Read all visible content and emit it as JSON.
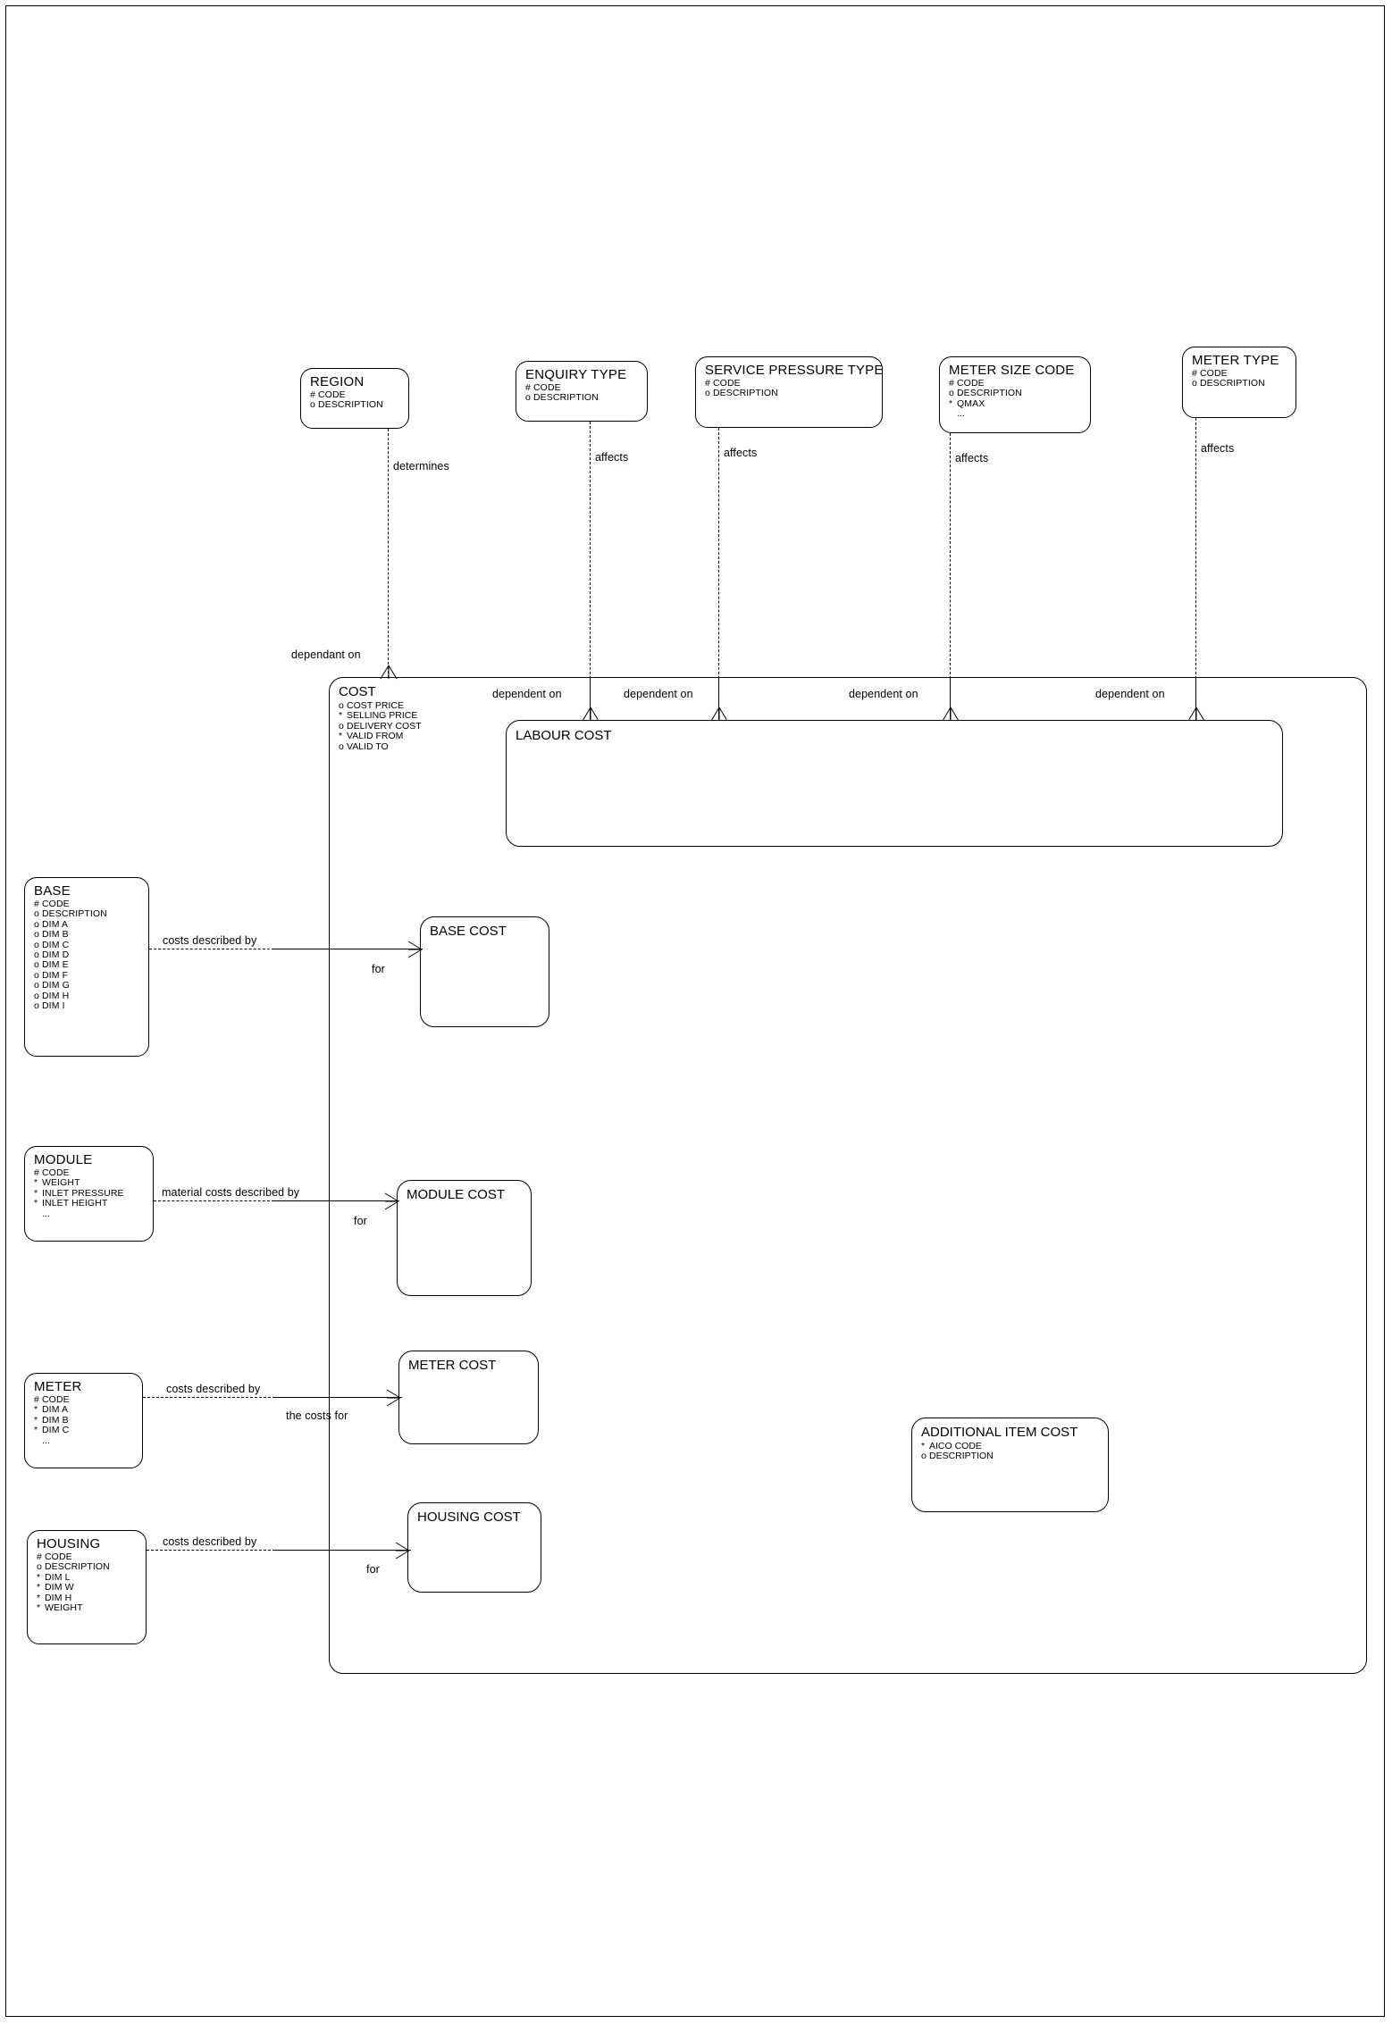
{
  "diagram": {
    "title": "Cost model entity relationship diagram",
    "type": "entity-relationship",
    "line_color": "#000000",
    "background": "#ffffff"
  },
  "entities": [
    {
      "id": "region",
      "name": "REGION",
      "attributes": [
        {
          "mark": "#",
          "label": "CODE"
        },
        {
          "mark": "o",
          "label": "DESCRIPTION"
        }
      ]
    },
    {
      "id": "enquiry-type",
      "name": "ENQUIRY TYPE",
      "attributes": [
        {
          "mark": "#",
          "label": "CODE"
        },
        {
          "mark": "o",
          "label": "DESCRIPTION"
        }
      ]
    },
    {
      "id": "service-pressure-type",
      "name": "SERVICE PRESSURE TYPE",
      "attributes": [
        {
          "mark": "#",
          "label": "CODE"
        },
        {
          "mark": "o",
          "label": "DESCRIPTION"
        }
      ]
    },
    {
      "id": "meter-size-code",
      "name": "METER SIZE CODE",
      "attributes": [
        {
          "mark": "#",
          "label": "CODE"
        },
        {
          "mark": "o",
          "label": "DESCRIPTION"
        },
        {
          "mark": "*",
          "label": "QMAX"
        },
        {
          "mark": "",
          "label": "..."
        }
      ]
    },
    {
      "id": "meter-type",
      "name": "METER TYPE",
      "attributes": [
        {
          "mark": "#",
          "label": "CODE"
        },
        {
          "mark": "o",
          "label": "DESCRIPTION"
        }
      ]
    },
    {
      "id": "cost",
      "name": "COST",
      "attributes": [
        {
          "mark": "o",
          "label": "COST PRICE"
        },
        {
          "mark": "*",
          "label": "SELLING PRICE"
        },
        {
          "mark": "o",
          "label": "DELIVERY COST"
        },
        {
          "mark": "*",
          "label": "VALID FROM"
        },
        {
          "mark": "o",
          "label": "VALID TO"
        }
      ]
    },
    {
      "id": "labour-cost",
      "name": "LABOUR COST",
      "attributes": []
    },
    {
      "id": "base",
      "name": "BASE",
      "attributes": [
        {
          "mark": "#",
          "label": "CODE"
        },
        {
          "mark": "o",
          "label": "DESCRIPTION"
        },
        {
          "mark": "o",
          "label": "DIM A"
        },
        {
          "mark": "o",
          "label": "DIM B"
        },
        {
          "mark": "o",
          "label": "DIM C"
        },
        {
          "mark": "o",
          "label": "DIM D"
        },
        {
          "mark": "o",
          "label": "DIM E"
        },
        {
          "mark": "o",
          "label": "DIM F"
        },
        {
          "mark": "o",
          "label": "DIM G"
        },
        {
          "mark": "o",
          "label": "DIM H"
        },
        {
          "mark": "o",
          "label": "DIM I"
        }
      ]
    },
    {
      "id": "base-cost",
      "name": "BASE COST",
      "attributes": []
    },
    {
      "id": "module",
      "name": "MODULE",
      "attributes": [
        {
          "mark": "#",
          "label": "CODE"
        },
        {
          "mark": "*",
          "label": "WEIGHT"
        },
        {
          "mark": "*",
          "label": "INLET PRESSURE"
        },
        {
          "mark": "*",
          "label": "INLET HEIGHT"
        },
        {
          "mark": "",
          "label": "..."
        }
      ]
    },
    {
      "id": "module-cost",
      "name": "MODULE COST",
      "attributes": []
    },
    {
      "id": "meter",
      "name": "METER",
      "attributes": [
        {
          "mark": "#",
          "label": "CODE"
        },
        {
          "mark": "*",
          "label": "DIM A"
        },
        {
          "mark": "*",
          "label": "DIM B"
        },
        {
          "mark": "*",
          "label": "DIM C"
        },
        {
          "mark": "",
          "label": "..."
        }
      ]
    },
    {
      "id": "meter-cost",
      "name": "METER COST",
      "attributes": []
    },
    {
      "id": "housing",
      "name": "HOUSING",
      "attributes": [
        {
          "mark": "#",
          "label": "CODE"
        },
        {
          "mark": "o",
          "label": "DESCRIPTION"
        },
        {
          "mark": "*",
          "label": "DIM L"
        },
        {
          "mark": "*",
          "label": "DIM W"
        },
        {
          "mark": "*",
          "label": "DIM H"
        },
        {
          "mark": "*",
          "label": "WEIGHT"
        }
      ]
    },
    {
      "id": "housing-cost",
      "name": "HOUSING COST",
      "attributes": []
    },
    {
      "id": "additional-item-cost",
      "name": "ADDITIONAL ITEM COST",
      "attributes": [
        {
          "mark": "*",
          "label": "AICO CODE"
        },
        {
          "mark": "o",
          "label": "DESCRIPTION"
        }
      ]
    }
  ],
  "relationship_labels": {
    "region_determines": "determines",
    "enquiry_affects": "affects",
    "service_pressure_affects": "affects",
    "meter_size_affects": "affects",
    "meter_type_affects": "affects",
    "cost_dependant_on": "dependant on",
    "labour_dependent_on_1": "dependent on",
    "labour_dependent_on_2": "dependent on",
    "labour_dependent_on_3": "dependent on",
    "labour_dependent_on_4": "dependent on",
    "base_costs_described_by": "costs described by",
    "base_for": "for",
    "module_material_costs_described_by": "material costs described by",
    "module_for": "for",
    "meter_costs_described_by": "costs described by",
    "meter_the_costs_for": "the costs for",
    "housing_costs_described_by": "costs described by",
    "housing_for": "for"
  }
}
